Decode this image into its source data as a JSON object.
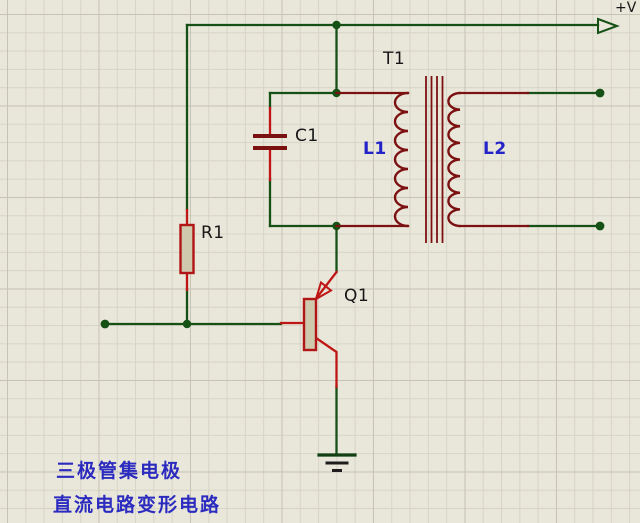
{
  "diagram": {
    "kind": "circuit-schematic",
    "description": "Transistor LC oscillator with transformer coupling on grid paper"
  },
  "labels": {
    "power_rail": "+V",
    "transformer_ref": "T1",
    "primary_winding": "L1",
    "secondary_winding": "L2",
    "capacitor_ref": "C1",
    "resistor_ref": "R1",
    "transistor_ref": "Q1"
  },
  "caption": {
    "line1": "三极管集电极",
    "line2": "直流电路变形电路"
  },
  "components": [
    {
      "ref": "R1",
      "type": "resistor"
    },
    {
      "ref": "C1",
      "type": "capacitor"
    },
    {
      "ref": "Q1",
      "type": "bjt-transistor"
    },
    {
      "ref": "T1",
      "type": "transformer",
      "windings": [
        "L1",
        "L2"
      ]
    }
  ],
  "colors": {
    "background": "#e9e6da",
    "grid": "#d7d4c7",
    "wire_green": "#155115",
    "lead_red": "#c01515",
    "component_maroon": "#7c1111",
    "component_fill": "#cfc9ad",
    "label_blue": "#2323c8",
    "label_black": "#161616"
  }
}
